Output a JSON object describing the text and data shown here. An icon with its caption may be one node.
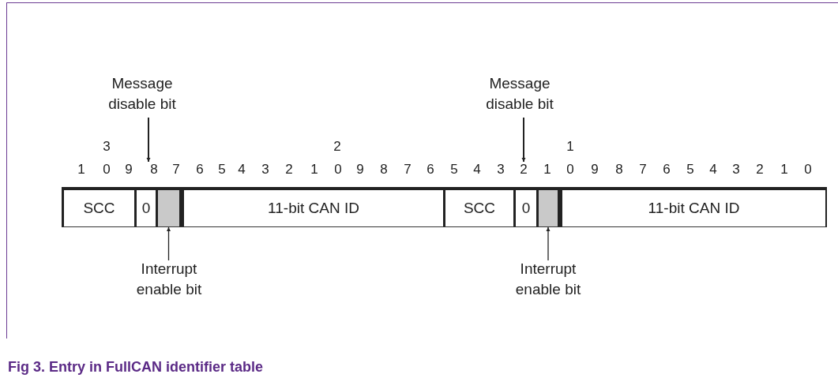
{
  "diagram": {
    "caption": "Fig 3. Entry in FullCAN identifier table",
    "nodes": [
      {
        "text": [
          "Message disable bit"
        ]
      },
      {
        "text": [
          "Message disable bit"
        ]
      },
      {
        "text": [
          "SCC"
        ]
      },
      {
        "text": [
          "0"
        ]
      },
      {
        "text": [],
        "shape": "box"
      },
      {
        "text": [
          "11-bit CAN ID"
        ]
      },
      {
        "text": [
          "SCC"
        ]
      },
      {
        "text": [
          "0"
        ]
      },
      {
        "text": [],
        "shape": "box"
      },
      {
        "text": [
          "11-bit CAN ID"
        ]
      },
      {
        "text": [
          "Interrupt enable bit"
        ]
      },
      {
        "text": [
          "Interrupt enable bit"
        ]
      },
      {
        "text": [
          "8"
        ]
      },
      {
        "text": [
          "2"
        ]
      }
    ],
    "edges": [
      {
        "from": 0,
        "to": 12,
        "arrow": "to"
      },
      {
        "from": 1,
        "to": 13,
        "arrow": "to"
      },
      {
        "from": 10,
        "to": 4,
        "arrow": "to"
      },
      {
        "from": 11,
        "to": 8,
        "arrow": "to"
      }
    ],
    "labels": [
      "3",
      "2",
      "1",
      "1",
      "0",
      "9",
      "7",
      "6",
      "5",
      "4",
      "3",
      "2",
      "1",
      "0",
      "9",
      "8",
      "7",
      "6",
      "5",
      "4",
      "3",
      "1",
      "0",
      "9",
      "8",
      "7",
      "6",
      "5",
      "4",
      "3",
      "2",
      "1",
      "0"
    ]
  }
}
